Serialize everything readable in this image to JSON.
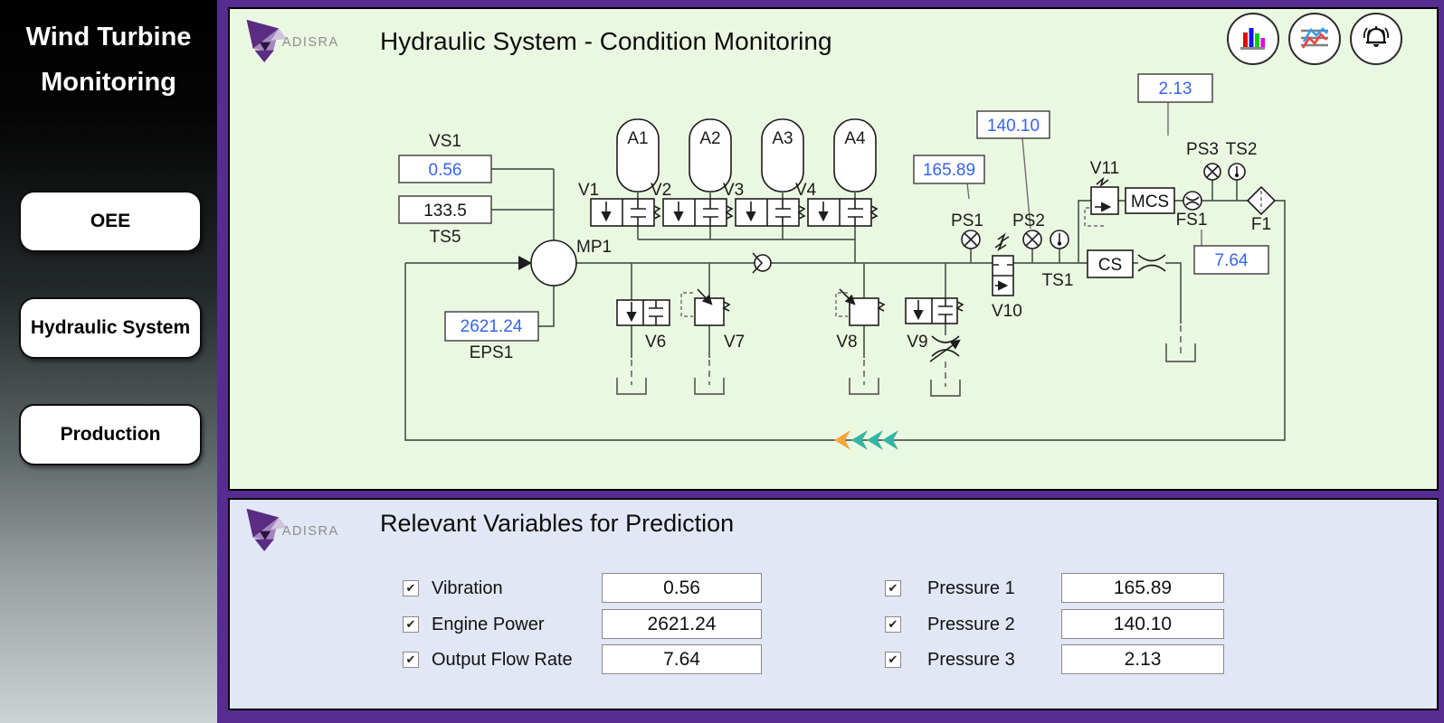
{
  "colors": {
    "frame_purple": "#562c90",
    "panel_green": "#ebf8e1",
    "panel_lavender": "#e2e7f5",
    "value_blue": "#3565f0",
    "chevron_teal": "#35b5a5",
    "chevron_orange": "#f6a83c"
  },
  "sidebar": {
    "title_line1": "Wind Turbine",
    "title_line2": "Monitoring",
    "buttons": [
      {
        "label": "OEE"
      },
      {
        "label": "Hydraulic System"
      },
      {
        "label": "Production"
      }
    ]
  },
  "header": {
    "logo_text": "ADISRA",
    "title": "Hydraulic System - Condition Monitoring",
    "icons": [
      {
        "name": "bar-chart"
      },
      {
        "name": "trend-chart"
      },
      {
        "name": "alarm-bell"
      }
    ]
  },
  "schematic": {
    "labels": {
      "vs1": "VS1",
      "ts5": "TS5",
      "mp1": "MP1",
      "eps1": "EPS1",
      "a1": "A1",
      "a2": "A2",
      "a3": "A3",
      "a4": "A4",
      "v1": "V1",
      "v2": "V2",
      "v3": "V3",
      "v4": "V4",
      "v6": "V6",
      "v7": "V7",
      "v8": "V8",
      "v9": "V9",
      "v10": "V10",
      "v11": "V11",
      "ps1": "PS1",
      "ps2": "PS2",
      "ps3": "PS3",
      "ts1": "TS1",
      "ts2": "TS2",
      "mcs": "MCS",
      "cs": "CS",
      "fs1": "FS1",
      "f1": "F1"
    },
    "values": {
      "vs1": "0.56",
      "ts5": "133.5",
      "eps1": "2621.24",
      "ps1": "165.89",
      "ps2": "140.10",
      "ps3": "2.13",
      "fs1": "7.64"
    }
  },
  "prediction": {
    "logo_text": "ADISRA",
    "title": "Relevant Variables for Prediction",
    "variables": [
      {
        "label": "Vibration",
        "value": "0.56",
        "checked": true
      },
      {
        "label": "Engine Power",
        "value": "2621.24",
        "checked": true
      },
      {
        "label": "Output Flow Rate",
        "value": "7.64",
        "checked": true
      },
      {
        "label": "Pressure 1",
        "value": "165.89",
        "checked": true
      },
      {
        "label": "Pressure 2",
        "value": "140.10",
        "checked": true
      },
      {
        "label": "Pressure 3",
        "value": "2.13",
        "checked": true
      }
    ]
  }
}
